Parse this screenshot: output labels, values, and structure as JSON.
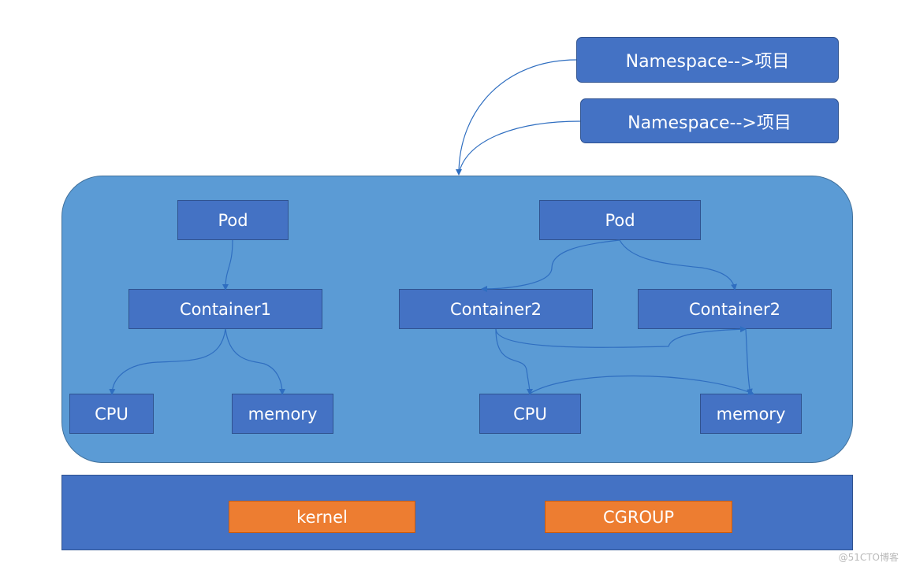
{
  "namespaces": [
    {
      "label": "Namespace-->项目"
    },
    {
      "label": "Namespace-->项目"
    }
  ],
  "pods": [
    {
      "label": "Pod"
    },
    {
      "label": "Pod"
    }
  ],
  "containers": [
    {
      "label": "Container1"
    },
    {
      "label": "Container2"
    },
    {
      "label": "Container2"
    }
  ],
  "resources": [
    {
      "label": "CPU"
    },
    {
      "label": "memory"
    },
    {
      "label": "CPU"
    },
    {
      "label": "memory"
    }
  ],
  "base": {
    "kernel": "kernel",
    "cgroup": "CGROUP"
  },
  "watermark": "@51CTO博客",
  "colors": {
    "node_blue": "#4472c4",
    "cluster_blue": "#5b9bd5",
    "accent_orange": "#ed7d31",
    "line": "#2f6ec0"
  }
}
